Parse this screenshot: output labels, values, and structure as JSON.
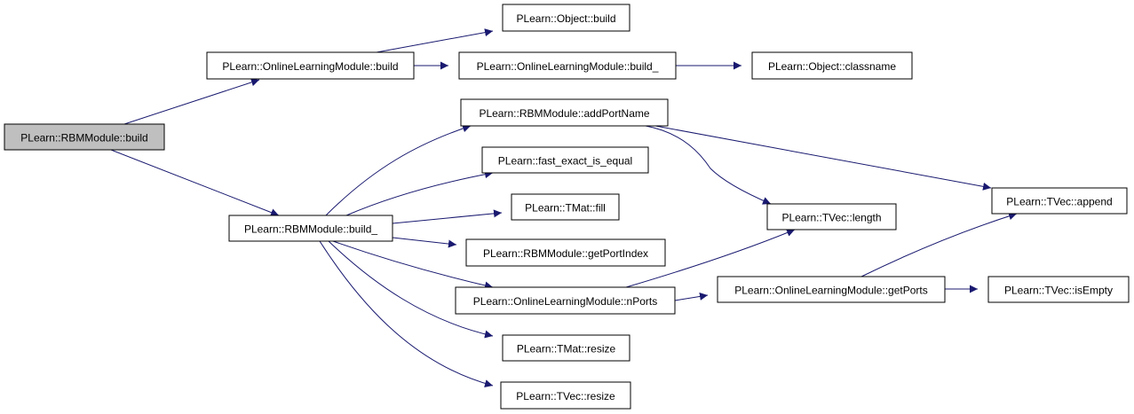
{
  "colors": {
    "edge": "#191970",
    "node_fill": "#ffffff",
    "root_fill": "#bfbfbf",
    "node_stroke": "#000000"
  },
  "nodes": [
    {
      "id": "rbm_build",
      "label": "PLearn::RBMModule::build",
      "root": true
    },
    {
      "id": "olm_build",
      "label": "PLearn::OnlineLearningModule::build"
    },
    {
      "id": "obj_build",
      "label": "PLearn::Object::build"
    },
    {
      "id": "olm_build_",
      "label": "PLearn::OnlineLearningModule::build_"
    },
    {
      "id": "obj_classname",
      "label": "PLearn::Object::classname"
    },
    {
      "id": "rbm_build_",
      "label": "PLearn::RBMModule::build_"
    },
    {
      "id": "add_port_name",
      "label": "PLearn::RBMModule::addPortName"
    },
    {
      "id": "fast_exact",
      "label": "PLearn::fast_exact_is_equal"
    },
    {
      "id": "tmat_fill",
      "label": "PLearn::TMat::fill"
    },
    {
      "id": "get_port_index",
      "label": "PLearn::RBMModule::getPortIndex"
    },
    {
      "id": "nports",
      "label": "PLearn::OnlineLearningModule::nPorts"
    },
    {
      "id": "tmat_resize",
      "label": "PLearn::TMat::resize"
    },
    {
      "id": "tvec_resize",
      "label": "PLearn::TVec::resize"
    },
    {
      "id": "tvec_length",
      "label": "PLearn::TVec::length"
    },
    {
      "id": "tvec_append",
      "label": "PLearn::TVec::append"
    },
    {
      "id": "get_ports",
      "label": "PLearn::OnlineLearningModule::getPorts"
    },
    {
      "id": "tvec_isempty",
      "label": "PLearn::TVec::isEmpty"
    }
  ],
  "edges": [
    {
      "from": "rbm_build",
      "to": "olm_build"
    },
    {
      "from": "rbm_build",
      "to": "rbm_build_"
    },
    {
      "from": "olm_build",
      "to": "obj_build"
    },
    {
      "from": "olm_build",
      "to": "olm_build_"
    },
    {
      "from": "olm_build_",
      "to": "obj_classname"
    },
    {
      "from": "rbm_build_",
      "to": "add_port_name"
    },
    {
      "from": "rbm_build_",
      "to": "fast_exact"
    },
    {
      "from": "rbm_build_",
      "to": "tmat_fill"
    },
    {
      "from": "rbm_build_",
      "to": "get_port_index"
    },
    {
      "from": "rbm_build_",
      "to": "nports"
    },
    {
      "from": "rbm_build_",
      "to": "tmat_resize"
    },
    {
      "from": "rbm_build_",
      "to": "tvec_resize"
    },
    {
      "from": "add_port_name",
      "to": "tvec_length"
    },
    {
      "from": "add_port_name",
      "to": "tvec_append"
    },
    {
      "from": "nports",
      "to": "tvec_length"
    },
    {
      "from": "nports",
      "to": "get_ports"
    },
    {
      "from": "get_ports",
      "to": "tvec_append"
    },
    {
      "from": "get_ports",
      "to": "tvec_isempty"
    }
  ]
}
